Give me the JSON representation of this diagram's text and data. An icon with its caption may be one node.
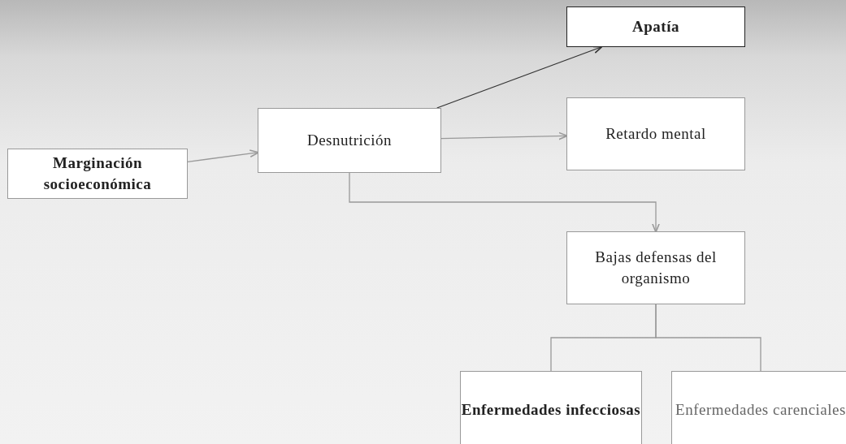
{
  "diagram": {
    "nodes": [
      {
        "text": [
          "Marginación socioeconómica"
        ]
      },
      {
        "text": [
          "Desnutrición"
        ]
      },
      {
        "text": [
          "Apatía"
        ]
      },
      {
        "text": [
          "Retardo mental"
        ]
      },
      {
        "text": [
          "Bajas defensas del organismo"
        ]
      },
      {
        "text": [
          "Enfermedades infecciosas"
        ]
      },
      {
        "text": [
          "Enfermedades carenciales"
        ]
      }
    ],
    "edges": [
      {
        "from": 0,
        "to": 1,
        "arrow": "to"
      },
      {
        "from": 1,
        "to": 2,
        "arrow": "to",
        "color": "#333333"
      },
      {
        "from": 1,
        "to": 3,
        "arrow": "to"
      },
      {
        "from": 1,
        "to": 4,
        "arrow": "to"
      },
      {
        "from": 4,
        "to": 5,
        "arrow": "none"
      },
      {
        "from": 4,
        "to": 6,
        "arrow": "none"
      }
    ]
  }
}
